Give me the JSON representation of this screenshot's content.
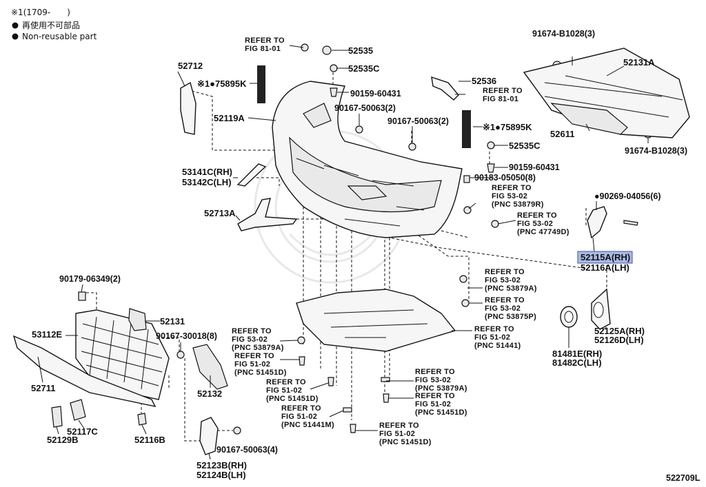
{
  "legend": {
    "note": "※1(1709-　　)",
    "line1": "再使用不可部品",
    "line2": "Non-reusable part"
  },
  "diagram_id": "522709L",
  "highlighted_part": "52115A(RH)",
  "labels": {
    "p52535": "52535",
    "p52535C_top": "52535C",
    "p52536": "52536",
    "p52712": "52712",
    "p75895K_left": "※1●75895K",
    "p90159_top": "90159-60431",
    "p90167_2a": "90167-50063(2)",
    "p90167_2b": "90167-50063(2)",
    "p52119A": "52119A",
    "p75895K_right": "※1●75895K",
    "p52535C_mid": "52535C",
    "p90159_mid": "90159-60431",
    "p53141C": "53141C(RH)",
    "p53142C": "53142C(LH)",
    "p90183": "90183-05050(8)",
    "p52713A": "52713A",
    "p91674_top": "91674-B1028(3)",
    "p52131A": "52131A",
    "p52611": "52611",
    "p91674_bot": "91674-B1028(3)",
    "p90269": "●90269-04056(6)",
    "p52115A": "52115A(RH)",
    "p52116A": "52116A(LH)",
    "p90179": "90179-06349(2)",
    "p53112E": "53112E",
    "p52131": "52131",
    "p90167_8": "90167-30018(8)",
    "p52711": "52711",
    "p52132": "52132",
    "p52117C": "52117C",
    "p52129B": "52129B",
    "p52116B": "52116B",
    "p90167_4": "90167-50063(4)",
    "p52123B": "52123B(RH)",
    "p52124B": "52124B(LH)",
    "p81481E": "81481E(RH)",
    "p81482C": "81482C(LH)",
    "p52125A": "52125A(RH)",
    "p52126D": "52126D(LH)"
  },
  "refs": {
    "r81_a": [
      "REFER TO",
      "FIG 81-01"
    ],
    "r81_b": [
      "REFER TO",
      "FIG 81-01"
    ],
    "r53879R": [
      "REFER TO",
      "FIG 53-02",
      "(PNC 53879R)"
    ],
    "r47749D": [
      "REFER TO",
      "FIG 53-02",
      "(PNC 47749D)"
    ],
    "r53879A_r": [
      "REFER TO",
      "FIG 53-02",
      "(PNC 53879A)"
    ],
    "r53875P": [
      "REFER TO",
      "FIG 53-02",
      "(PNC 53875P)"
    ],
    "r51441_r": [
      "REFER TO",
      "FIG 51-02",
      "(PNC 51441)"
    ],
    "r53879A_l": [
      "REFER TO",
      "FIG 53-02",
      "(PNC 53879A)"
    ],
    "r51451D_l": [
      "REFER TO",
      "FIG 51-02",
      "(PNC 51451D)"
    ],
    "r51451D_m": [
      "REFER TO",
      "FIG 51-02",
      "(PNC 51451D)"
    ],
    "r51441M": [
      "REFER TO",
      "FIG 51-02",
      "(PNC 51441M)"
    ],
    "r53879A_c": [
      "REFER TO",
      "FIG 53-02",
      "(PNC 53879A)"
    ],
    "r51451D_c": [
      "REFER TO",
      "FIG 51-02",
      "(PNC 51451D)"
    ],
    "r51451D_b": [
      "REFER TO",
      "FIG 51-02",
      "(PNC 51451D)"
    ]
  }
}
